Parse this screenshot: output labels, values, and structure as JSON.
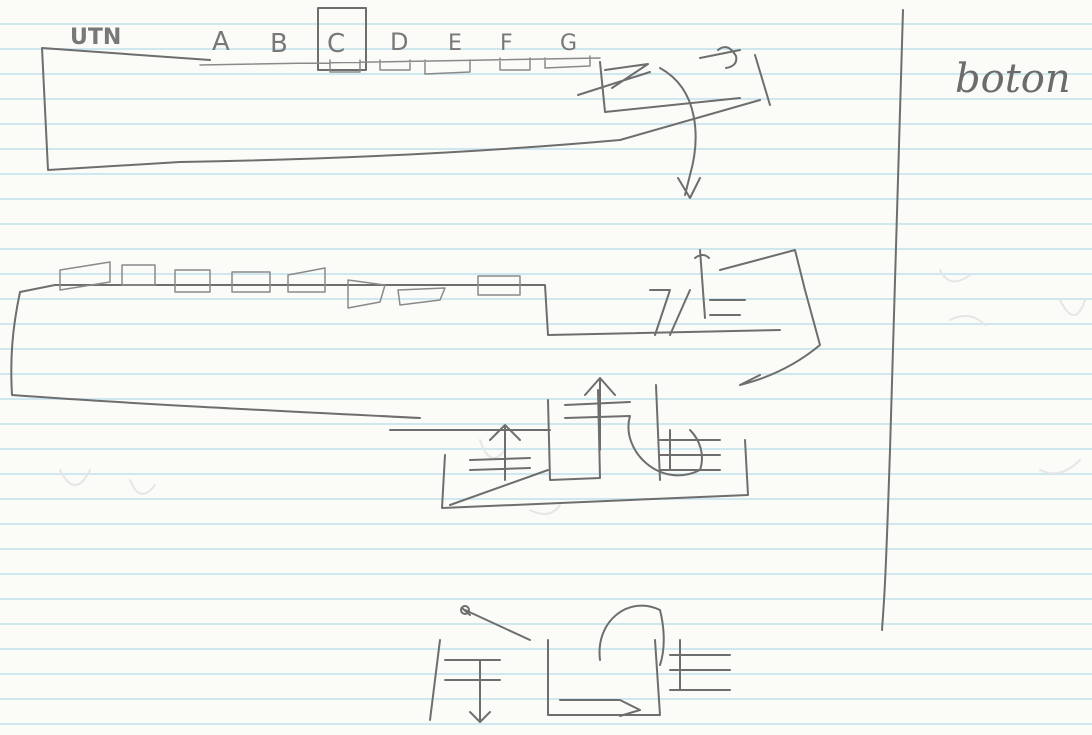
{
  "top_bar": {
    "label": "UTN",
    "slots": [
      "A",
      "B",
      "C",
      "D",
      "E",
      "F",
      "G"
    ]
  },
  "right_column": {
    "label": "boton"
  },
  "colors": {
    "paper": "#fbfbf8",
    "rule_line": "#cfe7ef",
    "pencil": "#6e6e6e"
  }
}
